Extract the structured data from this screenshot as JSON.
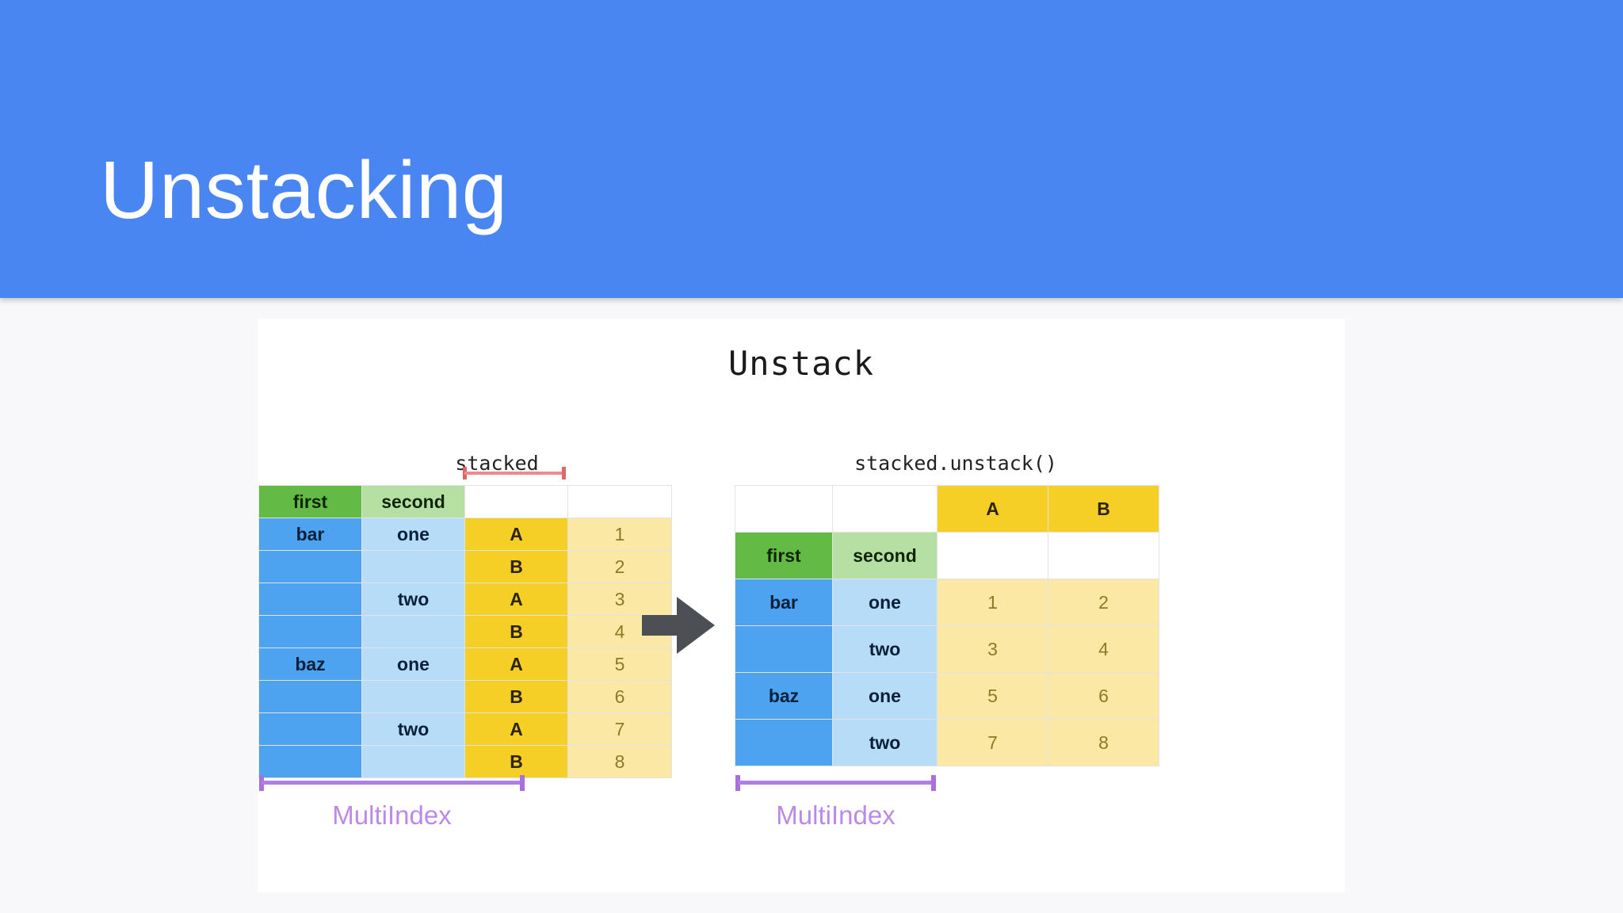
{
  "slide": {
    "title": "Unstacking",
    "header_color": "#4a86f2",
    "title_color": "#ffffff",
    "background_color": "#f8f7fa"
  },
  "figure": {
    "title": "Unstack",
    "card_background": "#ffffff",
    "arrow_icon": "right-arrow-icon",
    "arrow_color": "#4c5055",
    "captions": {
      "left": "stacked",
      "right": "stacked.unstack()"
    },
    "brackets": {
      "values_span_color": "#e06666",
      "multiindex_color": "#b07fe6",
      "multiindex_label_left": "MultiIndex",
      "multiindex_label_right": "MultiIndex"
    },
    "palette": {
      "green": "#63bb46",
      "light_green": "#b6e0a3",
      "blue": "#4da3f0",
      "light_blue": "#b6dcf7",
      "gold": "#f5cf25",
      "light_yellow": "#fae8a4"
    }
  },
  "chart_data": {
    "type": "table",
    "title": "Unstack",
    "tables": [
      {
        "name": "stacked",
        "caption": "stacked",
        "index_names": [
          "first",
          "second"
        ],
        "rows": [
          [
            "first",
            "second",
            "",
            ""
          ],
          [
            "bar",
            "one",
            "A",
            "1"
          ],
          [
            "",
            "",
            "B",
            "2"
          ],
          [
            "",
            "two",
            "A",
            "3"
          ],
          [
            "",
            "",
            "B",
            "4"
          ],
          [
            "baz",
            "one",
            "A",
            "5"
          ],
          [
            "",
            "",
            "B",
            "6"
          ],
          [
            "",
            "two",
            "A",
            "7"
          ],
          [
            "",
            "",
            "B",
            "8"
          ]
        ],
        "multiindex_label": "MultiIndex"
      },
      {
        "name": "stacked.unstack()",
        "caption": "stacked.unstack()",
        "index_names": [
          "first",
          "second"
        ],
        "columns": [
          "A",
          "B"
        ],
        "rows": [
          [
            "",
            "",
            "A",
            "B"
          ],
          [
            "first",
            "second",
            "",
            ""
          ],
          [
            "bar",
            "one",
            "1",
            "2"
          ],
          [
            "",
            "two",
            "3",
            "4"
          ],
          [
            "baz",
            "one",
            "5",
            "6"
          ],
          [
            "",
            "two",
            "7",
            "8"
          ]
        ],
        "multiindex_label": "MultiIndex"
      }
    ]
  }
}
